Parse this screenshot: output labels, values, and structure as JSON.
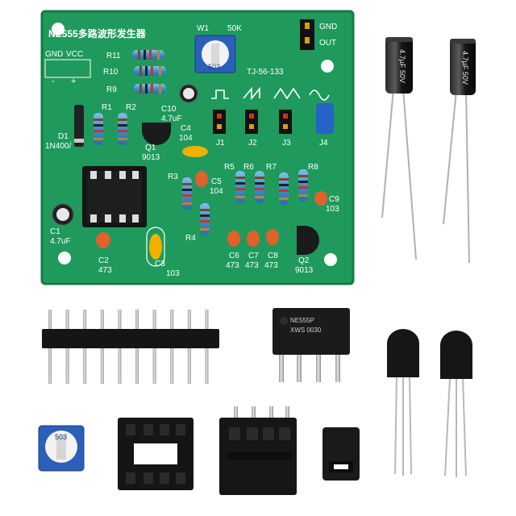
{
  "pcb": {
    "title": "NE555多路波形发生器",
    "power": {
      "gnd": "GND",
      "vcc": "VCC",
      "minus": "-",
      "plus": "+"
    },
    "pot": {
      "ref": "W1",
      "value": "50K",
      "code": "503"
    },
    "header_out": {
      "gnd": "GND",
      "out": "OUT"
    },
    "model": "TJ-56-133",
    "resistors": [
      "R11",
      "R10",
      "R9",
      "R1",
      "R2",
      "R3",
      "R4",
      "R5",
      "R6",
      "R7",
      "R8"
    ],
    "diode": {
      "ref": "D1",
      "part": "1N400/"
    },
    "c10": {
      "ref": "C10",
      "value": "4.7uF"
    },
    "c4": {
      "ref": "C4",
      "value": "104"
    },
    "q1": {
      "ref": "Q1",
      "part": "9013"
    },
    "jumpers": [
      "J1",
      "J2",
      "J3",
      "J4"
    ],
    "c5": {
      "ref": "C5",
      "value": "104"
    },
    "c9": {
      "ref": "C9",
      "value": "103"
    },
    "c1": {
      "ref": "C1",
      "value": "4.7uF"
    },
    "c2": {
      "ref": "C2",
      "value": "473"
    },
    "c3": {
      "ref": "C3",
      "value": "103"
    },
    "c6": {
      "ref": "C6",
      "value": "473"
    },
    "c7": {
      "ref": "C7",
      "value": "473"
    },
    "c8": {
      "ref": "C8",
      "value": "473"
    },
    "q2": {
      "ref": "Q2",
      "part": "9013"
    }
  },
  "loose_parts": {
    "electrolytic_label": "4.7µF 50V",
    "ic_label_line1": "NE555P",
    "ic_label_line2": "XWS  0030",
    "trimmer_code": "503"
  },
  "colors": {
    "pcb": "#1f9a5c",
    "pcb_edge": "#157a45",
    "silk": "#ffffff",
    "resistor_body": "#4c9bd6",
    "cap_orange": "#e0612a",
    "cap_yellow": "#f0b000",
    "electrolytic": "#1a1a1a"
  }
}
